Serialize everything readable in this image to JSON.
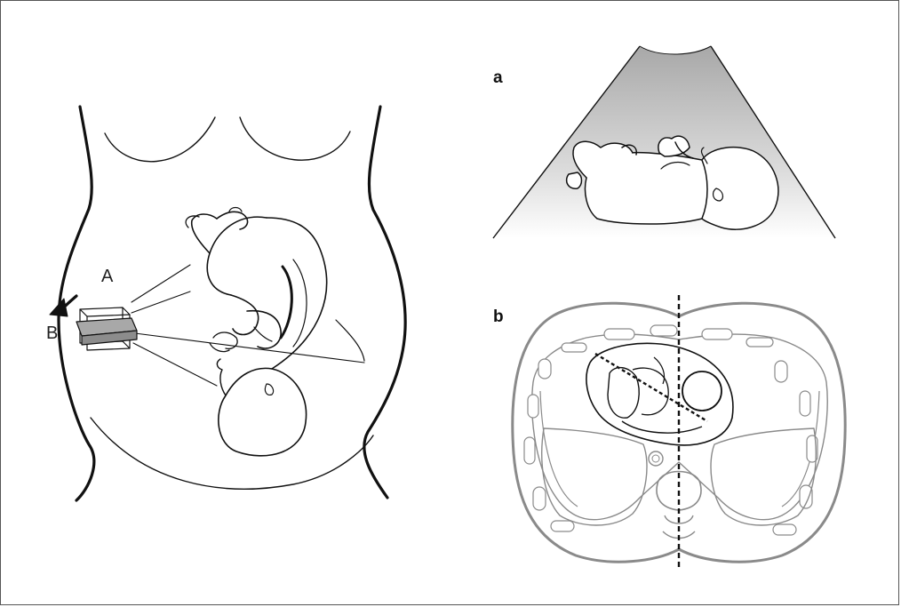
{
  "figure": {
    "left_panel": {
      "labels": {
        "A": "A",
        "B": "B"
      }
    },
    "panel_a": {
      "label": "a"
    },
    "panel_b": {
      "label": "b"
    }
  },
  "colors": {
    "line": "#111111",
    "thorax_outline": "#8a8a8a",
    "beam_gray": "#b9b9b9",
    "probe_gray": "#a8a8a8"
  }
}
